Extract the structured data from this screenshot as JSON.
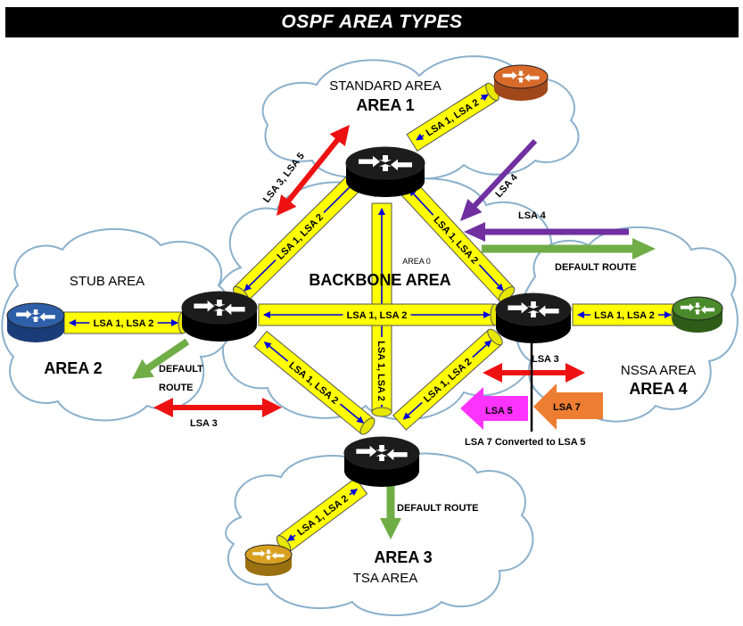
{
  "title": "OSPF AREA TYPES",
  "areas": {
    "standard_name": "STANDARD AREA",
    "standard_num": "AREA 1",
    "stub_name": "STUB AREA",
    "stub_num": "AREA 2",
    "backbone_name": "BACKBONE AREA",
    "backbone_num": "AREA 0",
    "nssa_name": "NSSA AREA",
    "nssa_num": "AREA 4",
    "tsa_num": "AREA 3",
    "tsa_name": "TSA AREA"
  },
  "links": {
    "lsa12": "LSA 1, LSA 2"
  },
  "arrows": {
    "lsa3_lsa5": "LSA 3, LSA 5",
    "lsa4": "LSA 4",
    "lsa3": "LSA 3",
    "lsa5": "LSA 5",
    "lsa7": "LSA 7",
    "default_route": "DEFAULT ROUTE",
    "default": "DEFAULT",
    "route": "ROUTE",
    "lsa7_converted": "LSA 7 Converted to LSA 5"
  },
  "colors": {
    "link_fill": "#ffff00",
    "link_arrow": "#0000dd",
    "red_arrow": "#ee1111",
    "purple_arrow": "#7030a0",
    "green_arrow": "#70ad47",
    "magenta_arrow": "#ff33ff",
    "orange_arrow": "#ed7d31",
    "router_core": "#000000",
    "router_area1": "#d86a2a",
    "router_area2": "#2e5fa8",
    "router_area3": "#d8a020",
    "router_area4": "#4a8a2a"
  }
}
